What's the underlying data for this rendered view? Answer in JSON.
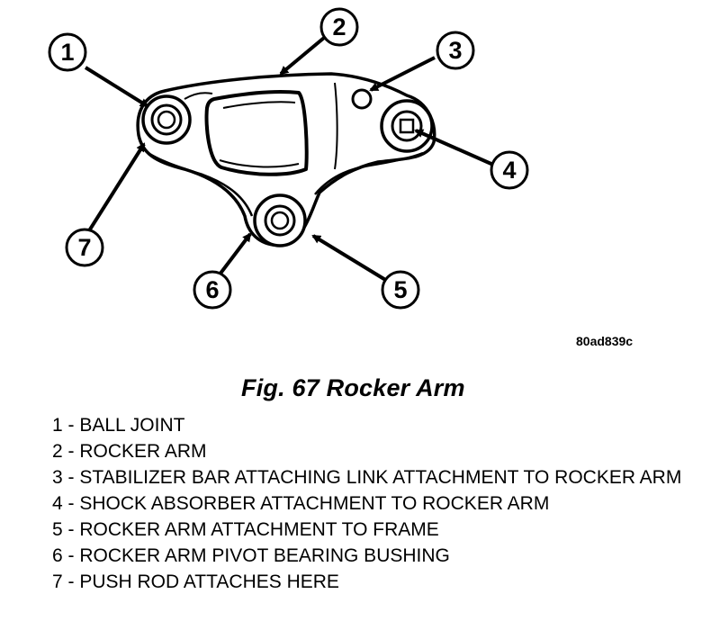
{
  "callouts": [
    "1",
    "2",
    "3",
    "4",
    "5",
    "6",
    "7"
  ],
  "figure_code": "80ad839c",
  "caption": "Fig. 67 Rocker Arm",
  "legend": [
    "1 - BALL JOINT",
    "2 - ROCKER ARM",
    "3 - STABILIZER BAR ATTACHING LINK ATTACHMENT TO ROCKER ARM",
    "4 - SHOCK ABSORBER ATTACHMENT TO ROCKER ARM",
    "5 - ROCKER ARM ATTACHMENT TO FRAME",
    "6 - ROCKER ARM PIVOT BEARING BUSHING",
    "7 - PUSH ROD ATTACHES HERE"
  ]
}
